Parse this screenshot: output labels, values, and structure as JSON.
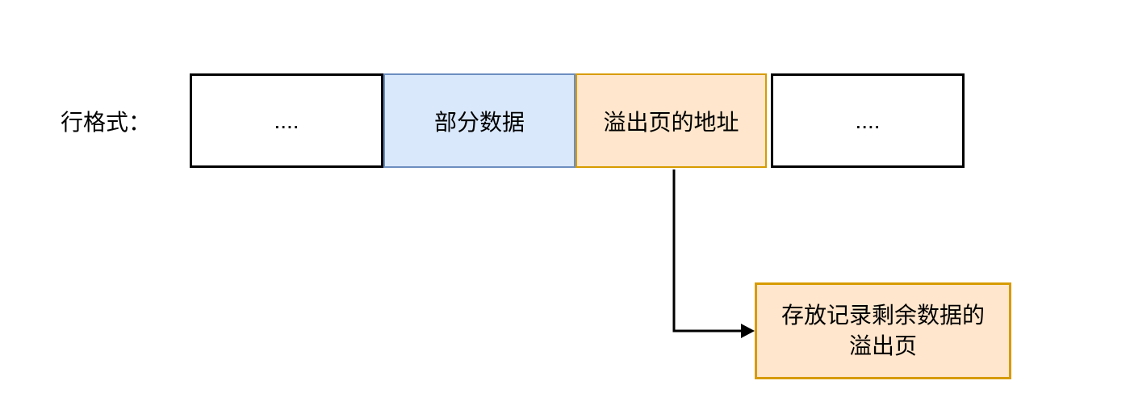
{
  "diagram": {
    "title": "row-format-overflow-page-diagram",
    "row_label": "行格式：",
    "row_cells": [
      {
        "id": "dots-left",
        "text": "....",
        "style": "plain"
      },
      {
        "id": "partial-data",
        "text": "部分数据",
        "style": "blue"
      },
      {
        "id": "overflow-page-address",
        "text": "溢出页的地址",
        "style": "orange"
      },
      {
        "id": "dots-right",
        "text": "....",
        "style": "plain"
      }
    ],
    "overflow_box": {
      "full_text": "存放记录剩余数据的溢出页",
      "line1": "存放记录剩余数据的",
      "line2": "溢出页"
    },
    "arrow": {
      "from": "overflow-page-address-cell-bottom",
      "to": "overflow-box-left-edge",
      "shape": "elbow-down-then-right"
    },
    "colors": {
      "background": "#ffffff",
      "plain_cell_fill": "#ffffff",
      "plain_cell_border": "#000000",
      "blue_cell_fill": "#dae8fc",
      "blue_cell_border": "#6c8ebf",
      "orange_fill": "#ffe6cc",
      "orange_border": "#d79b00",
      "arrow_color": "#000000",
      "text_color": "#000000"
    }
  }
}
